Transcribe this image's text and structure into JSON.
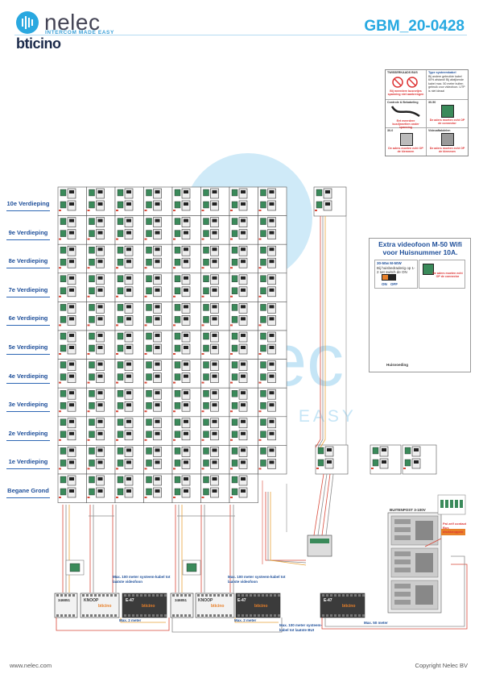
{
  "header": {
    "brand": "nelec",
    "tagline": "INTERCOM MADE EASY",
    "partner": "bticino",
    "doc_id": "GBM_20-0428"
  },
  "floors": [
    "10e Verdieping",
    "9e Verdieping",
    "8e Verdieping",
    "7e Verdieping",
    "6e Verdieping",
    "5e Verdieping",
    "4e Verdieping",
    "3e Verdieping",
    "2e Verdieping",
    "1e Verdieping",
    "Begane Grond"
  ],
  "legend": {
    "box1_title": "TWISSERKAADS BUS",
    "box1_caption": "Bij meerdere busnetjes spanning niet aanbrengen",
    "box2_title": "Type systeemkabel",
    "box2_text": "Bij andere gebruikte kabel 60% afstand! Bij afwijkende kabel max. 50 meter buiten gebruik voor videofoon. UTP is niet ideaal",
    "box3_title": "Controle & Bekabeling",
    "box3_caption": "Eet meerdere buslijnnetten onder spanning",
    "box4_title": "30-50",
    "box4_caption": "De aders moeten echt OP de connector",
    "box5_title": "30-0",
    "box5_caption": "De aders moeten echt OP de klemmen",
    "box6_title": "Videoaftakdelen",
    "box6_caption": "De aders moeten echt OP de klemmen"
  },
  "extra": {
    "title": "Extra videofoon M-50 Wifi voor Huisnummer 10A.",
    "note1_title": "30-50w  M-50W",
    "note1_text": "Bij huisbedraderig op 1-2 set switch de ON",
    "on_label": "ON",
    "off_label": "OFF",
    "note2_caption": "De aders moeten echt OP de connector",
    "psu_label": "Huisvoeding"
  },
  "distribution": {
    "knoop_label": "KNOOP",
    "e47_label": "E-47",
    "module_label": "346851",
    "brand": "bticino",
    "note_left": "Max. 100 meter systeem-kabel tot laatste videofoon",
    "note_mid": "Max. 100 meter systeem-kabel tot laatste videofoon",
    "note_bottom": "Max. 100 meter systeem-kabel tot laatste BUI",
    "max2_left": "Max. 2 meter",
    "max2_mid": "Max. 2 meter",
    "max50": "Max. 50 meter",
    "buitenpost_label": "BUITENPOST 3-100V",
    "connector_caption": "Pal zelf contact Bus drukknoppen"
  },
  "footer": {
    "website": "www.nelec.com",
    "copyright": "Copyright Nelec BV"
  },
  "colors": {
    "accent": "#27a9e1",
    "floor_text": "#1e4f9a",
    "wire_red": "#d94a3a",
    "wire_orange": "#e8a33a",
    "wire_gray": "#8a8a8a"
  }
}
